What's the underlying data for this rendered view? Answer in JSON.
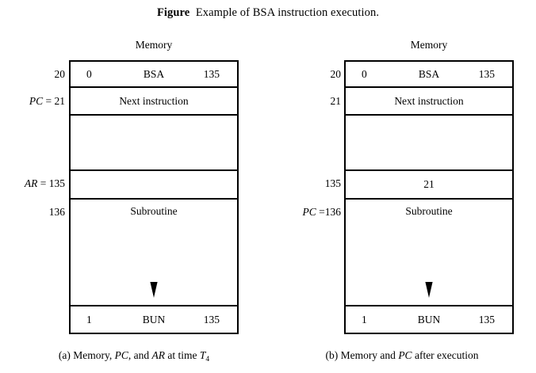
{
  "figure": {
    "label": "Figure",
    "title": "Example of BSA instruction execution."
  },
  "panels": [
    {
      "id": "a",
      "memory_header": "Memory",
      "caption_parts": {
        "prefix": "(a) Memory, ",
        "reg1": "PC",
        "middle": ", and ",
        "reg2": "AR",
        "suffix": " at time ",
        "time_base": "T",
        "time_sub": "4"
      },
      "address_labels": [
        {
          "name": "label-20",
          "prefix": "",
          "value": "20"
        },
        {
          "name": "label-21",
          "prefix": "PC = ",
          "value": "21"
        },
        {
          "name": "label-135",
          "prefix": "AR = ",
          "value": "135"
        },
        {
          "name": "label-136",
          "prefix": "",
          "value": "136"
        }
      ],
      "rows": {
        "bsa": {
          "mode": "0",
          "mnemonic": "BSA",
          "address": "135"
        },
        "next": {
          "text": "Next instruction"
        },
        "gap": {
          "text": ""
        },
        "value": {
          "text": ""
        },
        "sub": {
          "text": "Subroutine"
        },
        "bun": {
          "mode": "1",
          "mnemonic": "BUN",
          "address": "135"
        }
      }
    },
    {
      "id": "b",
      "memory_header": "Memory",
      "caption_parts": {
        "prefix": "(b) Memory and ",
        "reg1": "PC",
        "middle": "",
        "reg2": "",
        "suffix": " after execution",
        "time_base": "",
        "time_sub": ""
      },
      "address_labels": [
        {
          "name": "label-20",
          "prefix": "",
          "value": "20"
        },
        {
          "name": "label-21",
          "prefix": "",
          "value": "21"
        },
        {
          "name": "label-135",
          "prefix": "",
          "value": "135"
        },
        {
          "name": "label-136",
          "prefix": "PC =",
          "value": "136"
        }
      ],
      "rows": {
        "bsa": {
          "mode": "0",
          "mnemonic": "BSA",
          "address": "135"
        },
        "next": {
          "text": "Next instruction"
        },
        "gap": {
          "text": ""
        },
        "value": {
          "text": "21"
        },
        "sub": {
          "text": "Subroutine"
        },
        "bun": {
          "mode": "1",
          "mnemonic": "BUN",
          "address": "135"
        }
      }
    }
  ],
  "colors": {
    "ink": "#000000",
    "paper": "#ffffff"
  }
}
